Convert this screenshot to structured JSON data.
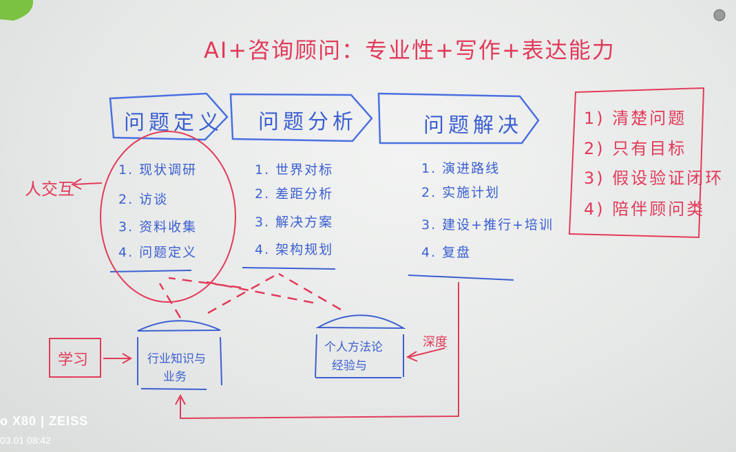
{
  "title": "AI+咨询顾问：专业性+写作+表达能力",
  "phases": [
    {
      "label": "问题定义",
      "items": [
        "1. 现状调研",
        "2. 访谈",
        "3. 资料收集",
        "4. 问题定义"
      ]
    },
    {
      "label": "问题分析",
      "items": [
        "1. 世界对标",
        "2. 差距分析",
        "3. 解决方案",
        "4. 架构规划"
      ]
    },
    {
      "label": "问题解决",
      "items": [
        "1. 演进路线",
        "2. 实施计划",
        "3. 建设+推行+培训",
        "4. 复盘"
      ]
    }
  ],
  "side_labels": {
    "interaction": "人交互",
    "learning": "学习",
    "depth": "深度"
  },
  "knowledge_blocks": {
    "industry": [
      "行业知识与",
      "业务"
    ],
    "personal": [
      "个人方法论",
      "经验与"
    ]
  },
  "right_list": [
    "1) 清楚问题",
    "2) 只有目标",
    "3) 假设验证闭环",
    "4) 陪伴顾问类"
  ],
  "watermark": {
    "brand": "o X80 | ZEISS",
    "timestamp": "03.01 08:42"
  },
  "colors": {
    "red_marker": "#e23a5a",
    "blue_marker": "#3b5fd0",
    "board": "#eceeed"
  }
}
